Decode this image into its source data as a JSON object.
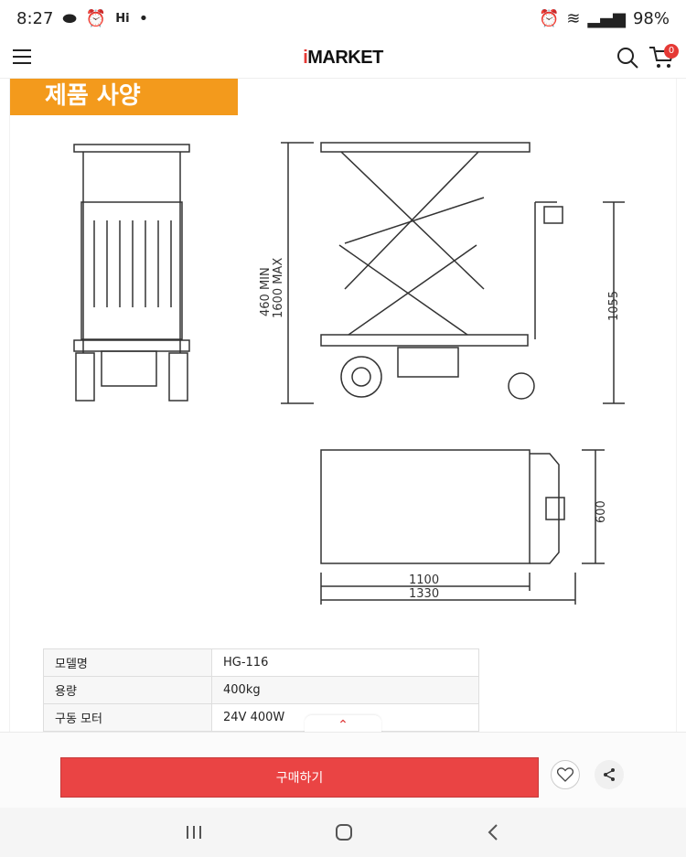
{
  "status": {
    "time": "8:27",
    "hi": "Hi",
    "dot": "•",
    "battery": "98%"
  },
  "header": {
    "logo_prefix": "i",
    "logo_text": "MARKET",
    "cart_count": "0"
  },
  "content": {
    "banner_title": "제품 사양",
    "diagram_labels": {
      "height_min": "460 MIN",
      "height_max": "1600 MAX",
      "handle_height": "1055",
      "width_600": "600",
      "length_1100": "1100",
      "length_1330": "1330"
    },
    "specs": [
      {
        "key": "모델명",
        "value": "HG-116"
      },
      {
        "key": "용량",
        "value": "400kg"
      },
      {
        "key": "구동 모터",
        "value": "24V 400W"
      }
    ]
  },
  "bottom": {
    "buy_label": "구매하기"
  },
  "colors": {
    "accent": "#f39a1c",
    "buy": "#ea4444"
  }
}
